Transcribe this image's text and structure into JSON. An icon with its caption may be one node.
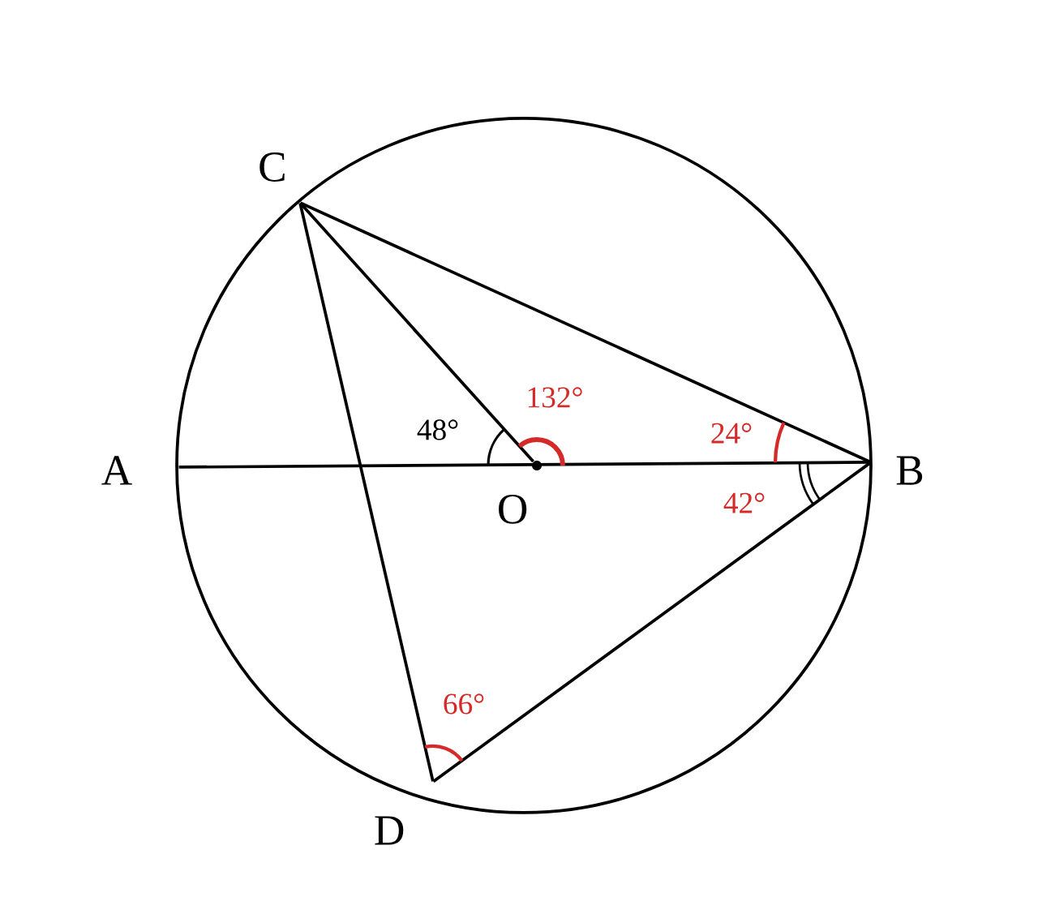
{
  "diagram": {
    "nodes": [
      {
        "text": [
          "A"
        ]
      },
      {
        "text": [
          "B"
        ]
      },
      {
        "text": [
          "C"
        ]
      },
      {
        "text": [
          "D"
        ]
      },
      {
        "text": [
          "O"
        ]
      }
    ],
    "edges": [
      {
        "from": 0,
        "to": 1,
        "arrow": "none"
      },
      {
        "from": 2,
        "to": 4,
        "arrow": "none"
      },
      {
        "from": 2,
        "to": 1,
        "arrow": "none"
      },
      {
        "from": 2,
        "to": 3,
        "arrow": "none"
      },
      {
        "from": 3,
        "to": 1,
        "arrow": "none"
      }
    ],
    "labels": [
      "48°",
      "132°",
      "24°",
      "42°",
      "66°"
    ]
  }
}
